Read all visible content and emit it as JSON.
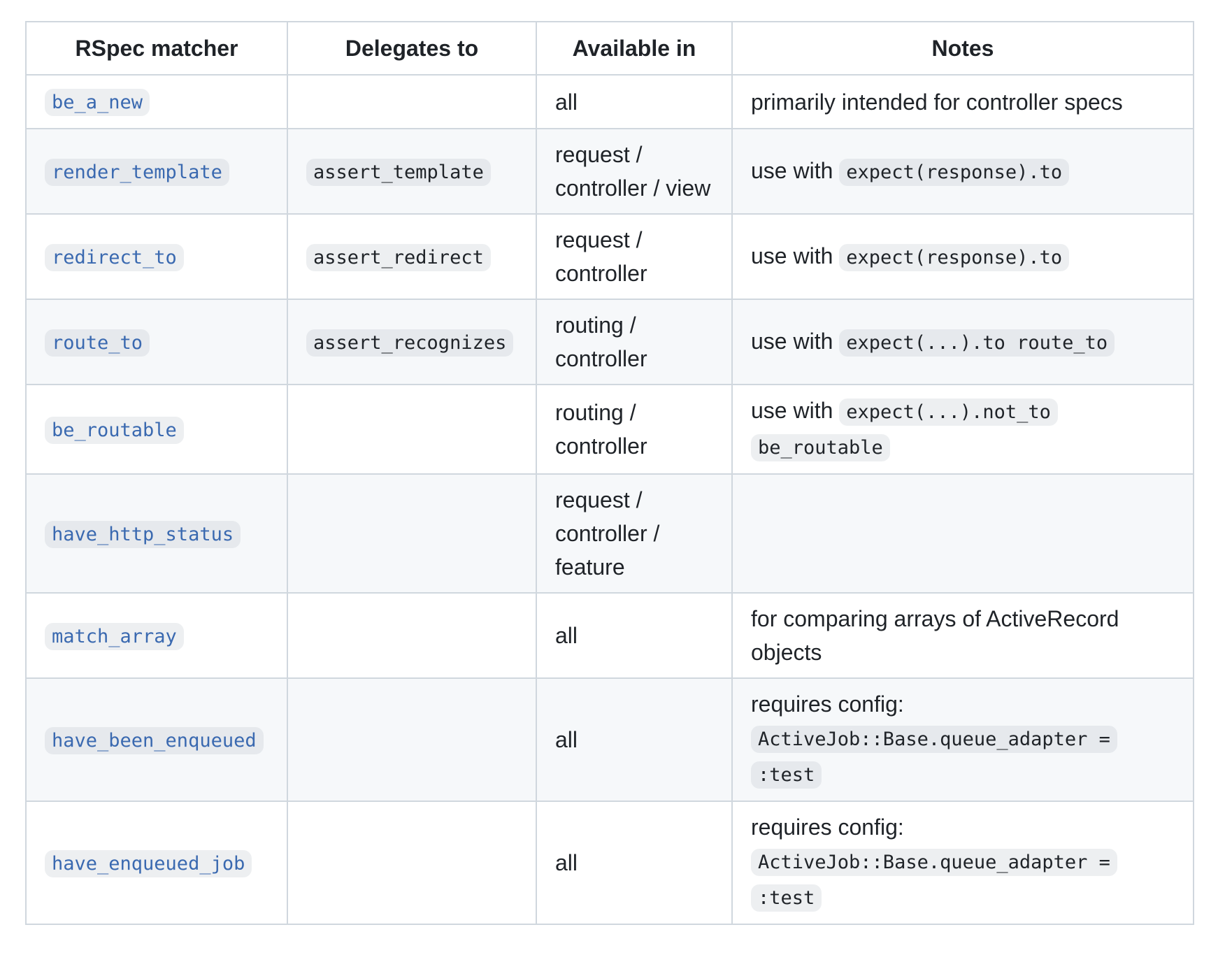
{
  "colors": {
    "background": "#ffffff",
    "text": "#1f2328",
    "border": "#d0d7de",
    "stripe_row": "#f6f8fa",
    "code_background": "rgba(175,184,193,0.22)",
    "link_blue": "#3a69b0"
  },
  "table": {
    "headers": [
      "RSpec matcher",
      "Delegates to",
      "Available in",
      "Notes"
    ],
    "rows": [
      {
        "matcher": "be_a_new",
        "delegates_to": "",
        "available_in": "all",
        "notes": [
          {
            "type": "text",
            "value": "primarily intended for controller specs"
          }
        ]
      },
      {
        "matcher": "render_template",
        "delegates_to": "assert_template",
        "available_in": "request / controller / view",
        "notes": [
          {
            "type": "text",
            "value": "use with "
          },
          {
            "type": "code",
            "value": "expect(response).to"
          }
        ]
      },
      {
        "matcher": "redirect_to",
        "delegates_to": "assert_redirect",
        "available_in": "request / controller",
        "notes": [
          {
            "type": "text",
            "value": "use with "
          },
          {
            "type": "code",
            "value": "expect(response).to"
          }
        ]
      },
      {
        "matcher": "route_to",
        "delegates_to": "assert_recognizes",
        "available_in": "routing / controller",
        "notes": [
          {
            "type": "text",
            "value": "use with "
          },
          {
            "type": "code",
            "value": "expect(...).to route_to"
          }
        ]
      },
      {
        "matcher": "be_routable",
        "delegates_to": "",
        "available_in": "routing / controller",
        "notes": [
          {
            "type": "text",
            "value": "use with "
          },
          {
            "type": "code",
            "value": "expect(...).not_to be_routable"
          }
        ]
      },
      {
        "matcher": "have_http_status",
        "delegates_to": "",
        "available_in": "request / controller / feature",
        "notes": []
      },
      {
        "matcher": "match_array",
        "delegates_to": "",
        "available_in": "all",
        "notes": [
          {
            "type": "text",
            "value": "for comparing arrays of ActiveRecord objects"
          }
        ]
      },
      {
        "matcher": "have_been_enqueued",
        "delegates_to": "",
        "available_in": "all",
        "notes": [
          {
            "type": "text",
            "value": "requires config: "
          },
          {
            "type": "code",
            "value": "ActiveJob::Base.queue_adapter = :test"
          }
        ]
      },
      {
        "matcher": "have_enqueued_job",
        "delegates_to": "",
        "available_in": "all",
        "notes": [
          {
            "type": "text",
            "value": "requires config: "
          },
          {
            "type": "code",
            "value": "ActiveJob::Base.queue_adapter = :test"
          }
        ]
      }
    ]
  }
}
